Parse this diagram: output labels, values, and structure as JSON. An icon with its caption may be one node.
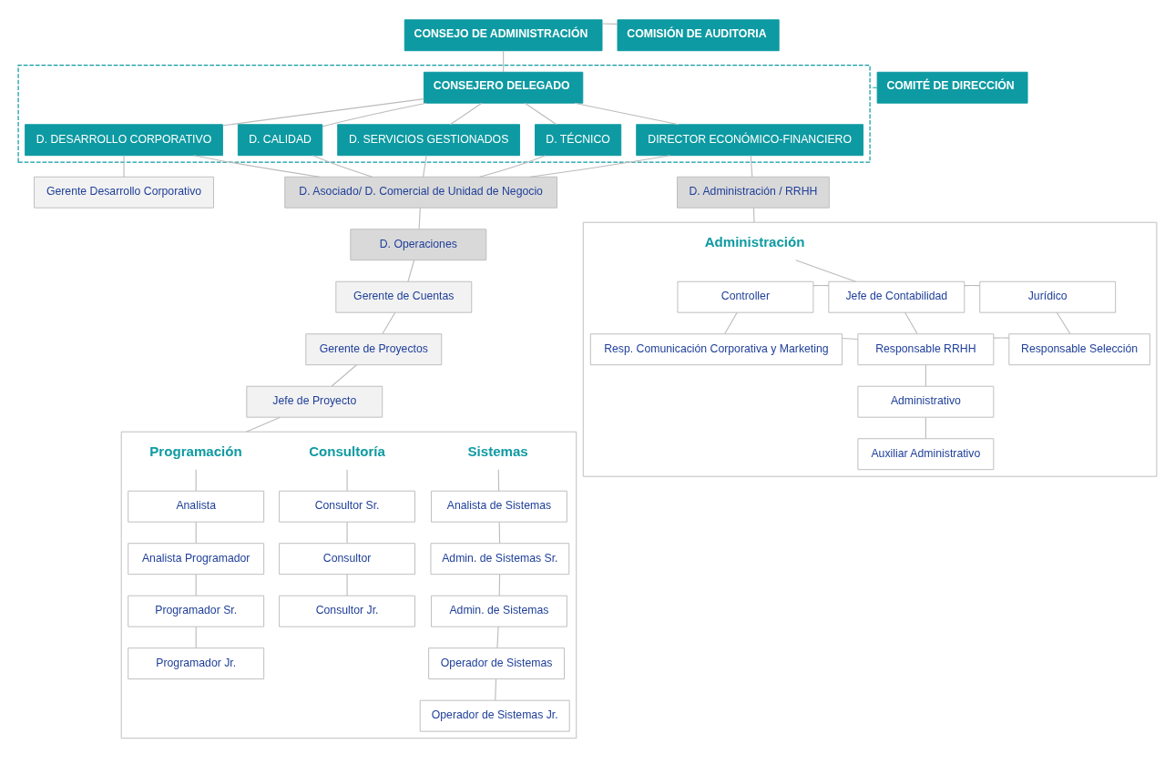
{
  "diagram": {
    "nodes": [
      {
        "text": [
          "CONSEJO DE ADMINISTRACIÓN"
        ]
      },
      {
        "text": [
          "COMISIÓN DE AUDITORIA"
        ]
      },
      {
        "text": [],
        "shape": "box"
      },
      {
        "text": [
          "CONSEJERO DELEGADO"
        ],
        "in": 2
      },
      {
        "text": [
          "COMITÉ DE DIRECCIÓN"
        ]
      },
      {
        "text": [
          "D. CALIDAD"
        ],
        "in": 2
      },
      {
        "text": [
          "D. DESARROLLO CORPORATIVO"
        ],
        "in": 2
      },
      {
        "text": [
          "D. SERVICIOS GESTIONADOS"
        ],
        "in": 2
      },
      {
        "text": [
          "D. TÉCNICO"
        ],
        "in": 2
      },
      {
        "text": [
          "DIRECTOR ECONÓMICO-FINANCIERO"
        ],
        "in": 2
      },
      {
        "text": [
          "D. Asociado/ D. Comercial de Unidad de Negocio"
        ]
      },
      {
        "text": [
          "D. Operaciones"
        ]
      },
      {
        "text": [
          "D. Administración / RRHH"
        ]
      },
      {
        "text": [
          "Gerente Desarrollo Corporativo"
        ]
      },
      {
        "text": [
          "Gerente de Cuentas"
        ]
      },
      {
        "text": [
          "Gerente de Proyectos"
        ]
      },
      {
        "text": [
          "Jefe de Proyecto"
        ]
      },
      {
        "text": [],
        "shape": "box"
      },
      {
        "text": [
          "Programación"
        ],
        "in": 17
      },
      {
        "text": [
          "Consultoría"
        ],
        "in": 17
      },
      {
        "text": [
          "Sistemas"
        ],
        "in": 17
      },
      {
        "text": [
          "Analista"
        ],
        "in": 17
      },
      {
        "text": [
          "Analista Programador"
        ],
        "in": 17
      },
      {
        "text": [
          "Programador Sr."
        ],
        "in": 17
      },
      {
        "text": [
          "Programador Jr."
        ],
        "in": 17
      },
      {
        "text": [
          "Consultor Sr."
        ],
        "in": 17
      },
      {
        "text": [
          "Consultor"
        ],
        "in": 17
      },
      {
        "text": [
          "Consultor Jr."
        ],
        "in": 17
      },
      {
        "text": [
          "Analista de Sistemas"
        ],
        "in": 17
      },
      {
        "text": [
          "Admin. de Sistemas Sr."
        ],
        "in": 17
      },
      {
        "text": [
          "Admin. de Sistemas"
        ],
        "in": 17
      },
      {
        "text": [
          "Operador de Sistemas"
        ],
        "in": 17
      },
      {
        "text": [
          "Operador de Sistemas Jr."
        ],
        "in": 17
      },
      {
        "text": [],
        "shape": "box"
      },
      {
        "text": [
          "Administración"
        ],
        "in": 33
      },
      {
        "text": [
          "Controller"
        ],
        "in": 33
      },
      {
        "text": [
          "Jefe de Contabilidad"
        ],
        "in": 33
      },
      {
        "text": [
          "Jurídico"
        ],
        "in": 33
      },
      {
        "text": [
          "Resp. Comunicación Corporativa y Marketing"
        ],
        "in": 33
      },
      {
        "text": [
          "Responsable RRHH"
        ],
        "in": 33
      },
      {
        "text": [
          "Responsable Selección"
        ],
        "in": 33
      },
      {
        "text": [
          "Administrativo"
        ],
        "in": 33
      },
      {
        "text": [
          "Auxiliar Administrativo"
        ],
        "in": 33
      }
    ],
    "edges": [
      {
        "from": 0,
        "to": 1,
        "arrow": "none"
      },
      {
        "from": 0,
        "to": 3,
        "arrow": "none"
      },
      {
        "from": 4,
        "to": 2,
        "arrow": "none",
        "style": "dashed",
        "color": "#1aa3a8"
      },
      {
        "from": 3,
        "to": 5,
        "arrow": "none"
      },
      {
        "from": 3,
        "to": 6,
        "arrow": "none"
      },
      {
        "from": 3,
        "to": 7,
        "arrow": "none"
      },
      {
        "from": 3,
        "to": 8,
        "arrow": "none"
      },
      {
        "from": 3,
        "to": 9,
        "arrow": "none"
      },
      {
        "from": 5,
        "to": 10,
        "arrow": "none"
      },
      {
        "from": 6,
        "to": 10,
        "arrow": "none"
      },
      {
        "from": 7,
        "to": 10,
        "arrow": "none"
      },
      {
        "from": 8,
        "to": 10,
        "arrow": "none"
      },
      {
        "from": 9,
        "to": 10,
        "arrow": "none"
      },
      {
        "from": 9,
        "to": 12,
        "arrow": "none"
      },
      {
        "from": 6,
        "to": 13,
        "arrow": "none"
      },
      {
        "from": 10,
        "to": 11,
        "arrow": "none"
      },
      {
        "from": 11,
        "to": 14,
        "arrow": "none"
      },
      {
        "from": 14,
        "to": 15,
        "arrow": "none"
      },
      {
        "from": 15,
        "to": 16,
        "arrow": "none"
      },
      {
        "from": 16,
        "to": 17,
        "arrow": "none"
      },
      {
        "from": 12,
        "to": 33,
        "arrow": "none"
      },
      {
        "from": 18,
        "to": 21,
        "arrow": "none"
      },
      {
        "from": 21,
        "to": 22,
        "arrow": "none"
      },
      {
        "from": 22,
        "to": 23,
        "arrow": "none"
      },
      {
        "from": 23,
        "to": 24,
        "arrow": "none"
      },
      {
        "from": 19,
        "to": 25,
        "arrow": "none"
      },
      {
        "from": 25,
        "to": 26,
        "arrow": "none"
      },
      {
        "from": 26,
        "to": 27,
        "arrow": "none"
      },
      {
        "from": 20,
        "to": 28,
        "arrow": "none"
      },
      {
        "from": 28,
        "to": 29,
        "arrow": "none"
      },
      {
        "from": 29,
        "to": 30,
        "arrow": "none"
      },
      {
        "from": 30,
        "to": 31,
        "arrow": "none"
      },
      {
        "from": 31,
        "to": 32,
        "arrow": "none"
      },
      {
        "from": 34,
        "to": 36,
        "arrow": "none"
      },
      {
        "from": 35,
        "to": 36,
        "arrow": "none"
      },
      {
        "from": 36,
        "to": 37,
        "arrow": "none"
      },
      {
        "from": 35,
        "to": 38,
        "arrow": "none"
      },
      {
        "from": 36,
        "to": 39,
        "arrow": "none"
      },
      {
        "from": 38,
        "to": 39,
        "arrow": "none"
      },
      {
        "from": 39,
        "to": 40,
        "arrow": "none"
      },
      {
        "from": 37,
        "to": 40,
        "arrow": "none"
      },
      {
        "from": 39,
        "to": 41,
        "arrow": "none"
      },
      {
        "from": 41,
        "to": 42,
        "arrow": "none"
      }
    ]
  }
}
